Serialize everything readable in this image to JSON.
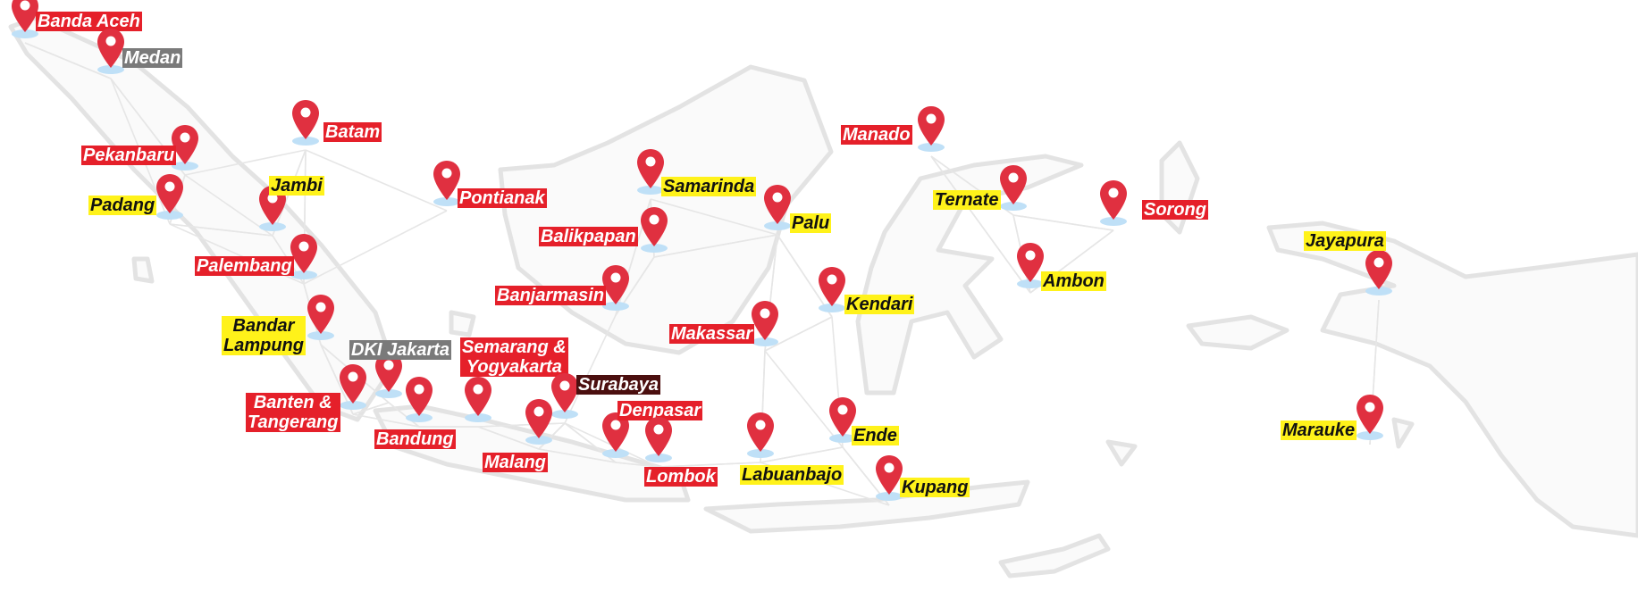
{
  "colors": {
    "pin": "#e03040",
    "pin_shadow": "#bfe0f7",
    "label_red_bg": "#e5202a",
    "label_red_text": "#ffffff",
    "label_yellow_bg": "#fff21a",
    "label_yellow_text": "#111111",
    "label_gray_bg": "#7a7a7a",
    "label_gray_text": "#ffffff",
    "label_maroon_bg": "#4b0f0f",
    "label_maroon_text": "#ffffff",
    "map_stroke": "#e3e3e3"
  },
  "icon": "map-pin-icon",
  "locations": [
    {
      "id": "banda-aceh",
      "name": "Banda Aceh",
      "style": "red"
    },
    {
      "id": "medan",
      "name": "Medan",
      "style": "gray"
    },
    {
      "id": "batam",
      "name": "Batam",
      "style": "red"
    },
    {
      "id": "pekanbaru",
      "name": "Pekanbaru",
      "style": "red"
    },
    {
      "id": "jambi",
      "name": "Jambi",
      "style": "yellow"
    },
    {
      "id": "padang",
      "name": "Padang",
      "style": "yellow"
    },
    {
      "id": "palembang",
      "name": "Palembang",
      "style": "red"
    },
    {
      "id": "bandar-lampung",
      "name": "Bandar\nLampung",
      "style": "yellow"
    },
    {
      "id": "dki-jakarta",
      "name": "DKI Jakarta",
      "style": "gray"
    },
    {
      "id": "banten-tangerang",
      "name": "Banten &\nTangerang",
      "style": "red"
    },
    {
      "id": "bandung",
      "name": "Bandung",
      "style": "red"
    },
    {
      "id": "semarang-yogyakarta",
      "name": "Semarang &\nYogyakarta",
      "style": "red"
    },
    {
      "id": "surabaya",
      "name": "Surabaya",
      "style": "maroon"
    },
    {
      "id": "malang",
      "name": "Malang",
      "style": "red"
    },
    {
      "id": "denpasar",
      "name": "Denpasar",
      "style": "red"
    },
    {
      "id": "lombok",
      "name": "Lombok",
      "style": "red"
    },
    {
      "id": "pontianak",
      "name": "Pontianak",
      "style": "red"
    },
    {
      "id": "samarinda",
      "name": "Samarinda",
      "style": "yellow"
    },
    {
      "id": "balikpapan",
      "name": "Balikpapan",
      "style": "red"
    },
    {
      "id": "banjarmasin",
      "name": "Banjarmasin",
      "style": "red"
    },
    {
      "id": "manado",
      "name": "Manado",
      "style": "red"
    },
    {
      "id": "palu",
      "name": "Palu",
      "style": "yellow"
    },
    {
      "id": "makassar",
      "name": "Makassar",
      "style": "red"
    },
    {
      "id": "kendari",
      "name": "Kendari",
      "style": "yellow"
    },
    {
      "id": "labuanbajo",
      "name": "Labuanbajo",
      "style": "yellow"
    },
    {
      "id": "ende",
      "name": "Ende",
      "style": "yellow"
    },
    {
      "id": "kupang",
      "name": "Kupang",
      "style": "yellow"
    },
    {
      "id": "ternate",
      "name": "Ternate",
      "style": "yellow"
    },
    {
      "id": "sorong",
      "name": "Sorong",
      "style": "red"
    },
    {
      "id": "ambon",
      "name": "Ambon",
      "style": "yellow"
    },
    {
      "id": "jayapura",
      "name": "Jayapura",
      "style": "yellow"
    },
    {
      "id": "marauke",
      "name": "Marauke",
      "style": "yellow"
    }
  ]
}
